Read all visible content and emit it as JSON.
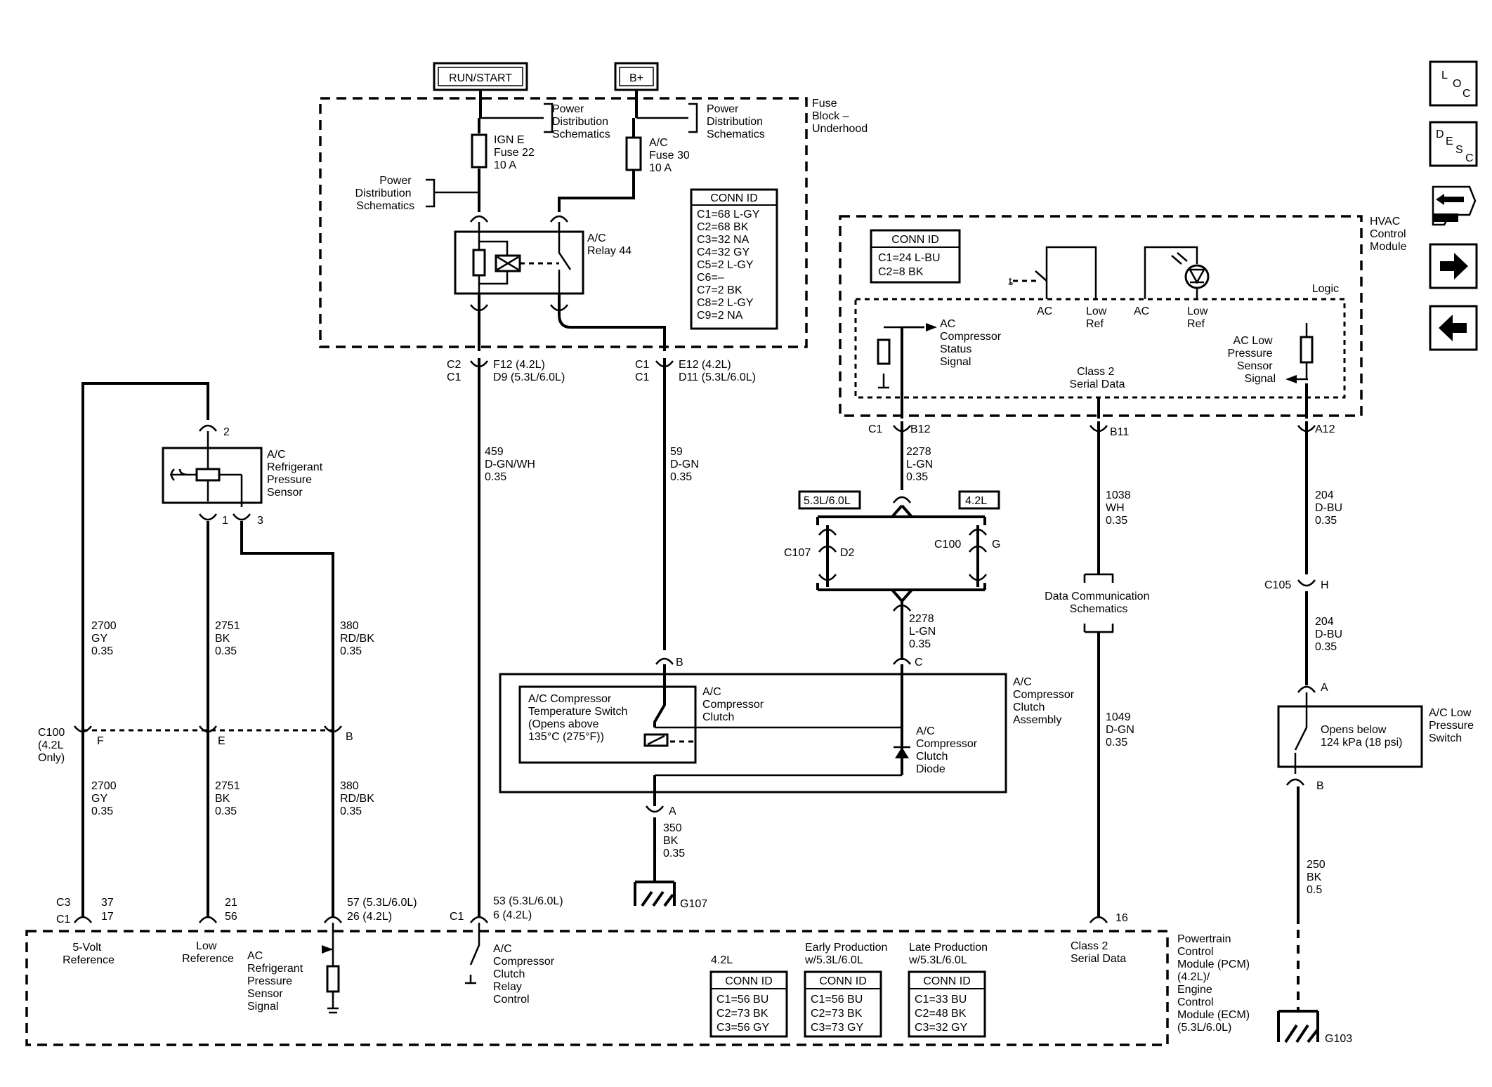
{
  "power": {
    "run_start": "RUN/START",
    "bplus": "B+"
  },
  "fuse_block": {
    "title": [
      "Fuse",
      "Block –",
      "Underhood"
    ],
    "pds_a": [
      "Power",
      "Distribution",
      "Schematics"
    ],
    "pds_b": [
      "Power",
      "Distribution",
      "Schematics"
    ],
    "pds_c": [
      "Power",
      "Distribution",
      "Schematics"
    ],
    "fuse22": [
      "IGN E",
      "Fuse 22",
      "10 A"
    ],
    "fuse30": [
      "A/C",
      "Fuse 30",
      "10 A"
    ],
    "relay": [
      "A/C",
      "Relay 44"
    ],
    "conn": {
      "title": "CONN ID",
      "rows": [
        "C1=68 L-GY",
        "C2=68 BK",
        "C3=32 NA",
        "C4=32 GY",
        "C5=2 L-GY",
        "C6=–",
        "C7=2 BK",
        "C8=2 L-GY",
        "C9=2 NA"
      ]
    }
  },
  "pins_fb": {
    "c2": "C2",
    "c1a": "C1",
    "f12": "F12 (4.2L)",
    "d9": "D9 (5.3L/6.0L)",
    "c1b": "C1",
    "c1c": "C1",
    "e12": "E12 (4.2L)",
    "d11": "D11 (5.3L/6.0L)"
  },
  "wires": {
    "w459": [
      "459",
      "D-GN/WH",
      "0.35"
    ],
    "w59": [
      "59",
      "D-GN",
      "0.35"
    ],
    "w2278a": [
      "2278",
      "L-GN",
      "0.35"
    ],
    "w2278b": [
      "2278",
      "L-GN",
      "0.35"
    ],
    "w1038": [
      "1038",
      "WH",
      "0.35"
    ],
    "w1049": [
      "1049",
      "D-GN",
      "0.35"
    ],
    "w204a": [
      "204",
      "D-BU",
      "0.35"
    ],
    "w204b": [
      "204",
      "D-BU",
      "0.35"
    ],
    "w250": [
      "250",
      "BK",
      "0.5"
    ],
    "w350": [
      "350",
      "BK",
      "0.35"
    ],
    "w2700a": [
      "2700",
      "GY",
      "0.35"
    ],
    "w2700b": [
      "2700",
      "GY",
      "0.35"
    ],
    "w2751a": [
      "2751",
      "BK",
      "0.35"
    ],
    "w2751b": [
      "2751",
      "BK",
      "0.35"
    ],
    "w380a": [
      "380",
      "RD/BK",
      "0.35"
    ],
    "w380b": [
      "380",
      "RD/BK",
      "0.35"
    ]
  },
  "hvac": {
    "title": [
      "HVAC",
      "Control",
      "Module"
    ],
    "conn": {
      "title": "CONN ID",
      "rows": [
        "C1=24 L-BU",
        "C2=8 BK"
      ]
    },
    "logic": "Logic",
    "ac1": "AC",
    "lowref1": [
      "Low",
      "Ref"
    ],
    "ac2": "AC",
    "lowref2": [
      "Low",
      "Ref"
    ],
    "status": [
      "AC",
      "Compressor",
      "Status",
      "Signal"
    ],
    "serial": [
      "Class 2",
      "Serial Data"
    ],
    "lowpress": [
      "AC Low",
      "Pressure",
      "Sensor",
      "Signal"
    ],
    "c1": "C1",
    "b12": "B12",
    "b11": "B11",
    "a12": "A12"
  },
  "splice": {
    "opt53": "5.3L/6.0L",
    "opt42": "4.2L",
    "c107": "C107",
    "d2": "D2",
    "c100": "C100",
    "g": "G"
  },
  "datacomm": [
    "Data Communication",
    "Schematics"
  ],
  "lps": {
    "c105": "C105",
    "h": "H",
    "a": "A",
    "b": "B",
    "title": [
      "A/C Low",
      "Pressure",
      "Switch"
    ],
    "desc": [
      "Opens below",
      "124 kPa (18 psi)"
    ]
  },
  "ground": {
    "g103": "G103",
    "g107": "G107"
  },
  "compressor": {
    "title": [
      "A/C",
      "Compressor",
      "Clutch",
      "Assembly"
    ],
    "temp_switch": [
      "A/C Compressor",
      "Temperature Switch",
      "(Opens above",
      "135°C (275°F))"
    ],
    "clutch": [
      "A/C",
      "Compressor",
      "Clutch"
    ],
    "diode": [
      "A/C",
      "Compressor",
      "Clutch",
      "Diode"
    ],
    "b": "B",
    "c": "C",
    "a": "A"
  },
  "sensor": {
    "title": [
      "A/C",
      "Refrigerant",
      "Pressure",
      "Sensor"
    ],
    "p2": "2",
    "p1": "1",
    "p3": "3"
  },
  "c100": {
    "label": [
      "C100",
      "(4.2L",
      "Only)"
    ],
    "f": "F",
    "e": "E",
    "b": "B"
  },
  "pcm": {
    "c3": "C3",
    "c1": "C1",
    "c1b": "C1",
    "pin37": "37",
    "pin17": "17",
    "pin21": "21",
    "pin56": "56",
    "pin57": "57 (5.3L/6.0L)",
    "pin26": "26 (4.2L)",
    "pin53": "53 (5.3L/6.0L)",
    "pin6": "6 (4.2L)",
    "pin16": "16",
    "ref5v": [
      "5-Volt",
      "Reference"
    ],
    "lowref": [
      "Low",
      "Reference"
    ],
    "sensor_sig": [
      "AC",
      "Refrigerant",
      "Pressure",
      "Sensor",
      "Signal"
    ],
    "relay_ctrl": [
      "A/C",
      "Compressor",
      "Clutch",
      "Relay",
      "Control"
    ],
    "serial": [
      "Class 2",
      "Serial Data"
    ],
    "title": [
      "Powertrain",
      "Control",
      "Module (PCM)",
      "(4.2L)/",
      "Engine",
      "Control",
      "Module (ECM)",
      "(5.3L/6.0L)"
    ],
    "h42": "4.2L",
    "early": [
      "Early Production",
      "w/5.3L/6.0L"
    ],
    "late": [
      "Late Production",
      "w/5.3L/6.0L"
    ],
    "conn42": {
      "title": "CONN ID",
      "rows": [
        "C1=56 BU",
        "C2=73 BK",
        "C3=56 GY"
      ]
    },
    "connEarly": {
      "title": "CONN ID",
      "rows": [
        "C1=56 BU",
        "C2=73 BK",
        "C3=73 GY"
      ]
    },
    "connLate": {
      "title": "CONN ID",
      "rows": [
        "C1=33 BU",
        "C2=48 BK",
        "C3=32 GY"
      ]
    }
  },
  "nav": {
    "loc": [
      "L",
      "O",
      "C"
    ],
    "desc": [
      "D",
      "E",
      "S",
      "C"
    ]
  }
}
